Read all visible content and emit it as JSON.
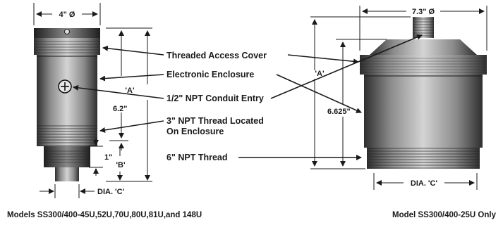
{
  "callouts": {
    "threaded_access_cover": "Threaded Access Cover",
    "electronic_enclosure": "Electronic Enclosure",
    "conduit_entry": "1/2\" NPT Conduit Entry",
    "npt3_line1": "3\" NPT Thread Located",
    "npt3_line2": "On Enclosure",
    "npt6": "6\" NPT Thread"
  },
  "left_drawing": {
    "diameter": "4\" Ø",
    "height_a": "'A'",
    "height_overall": "6.2\"",
    "thread_len": "1\"",
    "height_b": "'B'",
    "dia_c": "DIA. 'C'",
    "caption": "Models SS300/400-45U,52U,70U,80U,81U,and 148U"
  },
  "right_drawing": {
    "diameter": "7.3\" Ø",
    "height_a": "'A'",
    "height_overall": "6.625\"",
    "dia_c": "DIA. 'C'",
    "caption": "Model SS300/400-25U Only"
  },
  "colors": {
    "ink": "#1a1a1a",
    "body_dark": "#3a3a3a",
    "body_mid": "#8f8f8f",
    "body_light": "#cfcfcf"
  }
}
